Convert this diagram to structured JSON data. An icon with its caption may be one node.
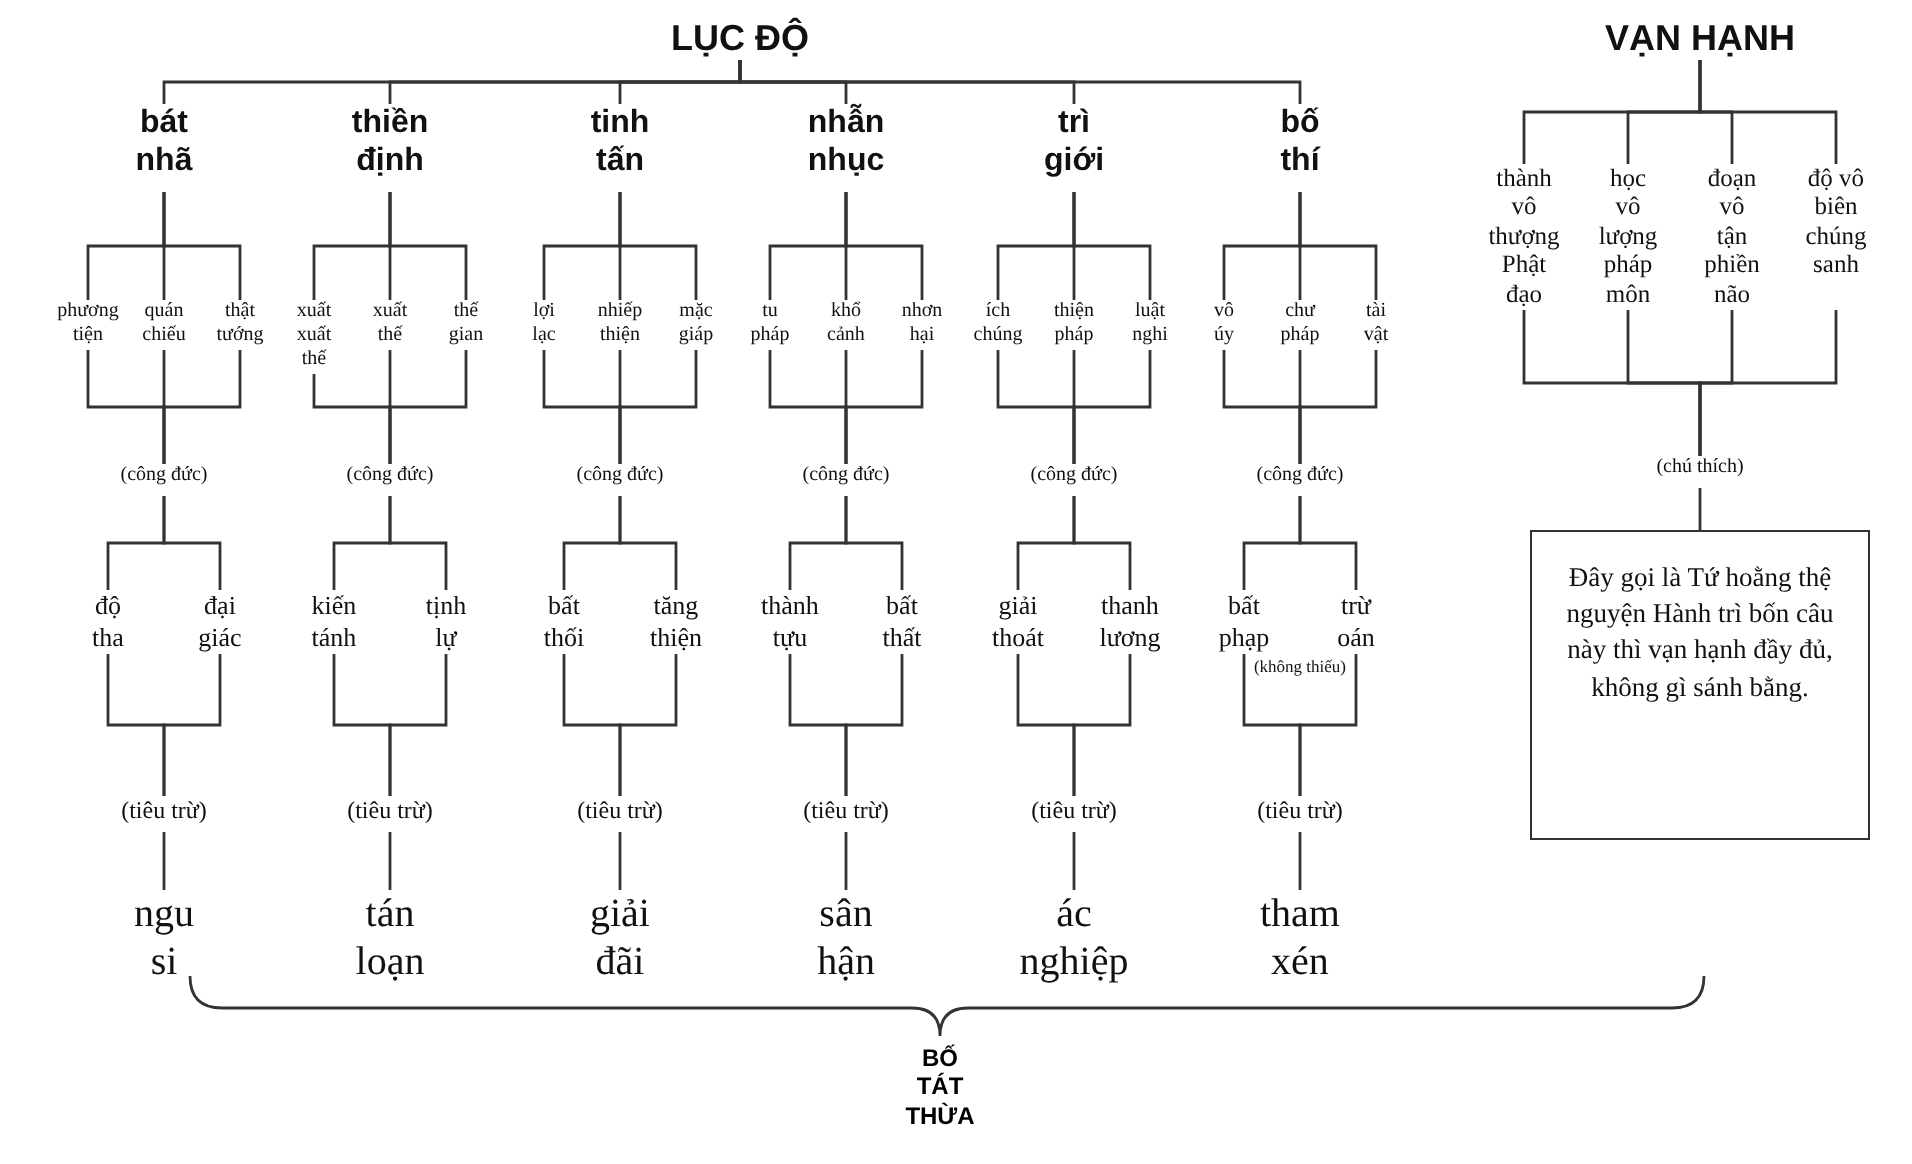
{
  "diagram": {
    "nodes": [
      {
        "text": [
          "LỤC ĐỘ"
        ]
      },
      {
        "text": [
          "VẠN HẠNH"
        ]
      },
      {
        "text": [
          "bát nhã"
        ]
      },
      {
        "text": [
          "thiền định"
        ]
      },
      {
        "text": [
          "tinh tấn"
        ]
      },
      {
        "text": [
          "nhẫn nhục"
        ]
      },
      {
        "text": [
          "trì giới"
        ]
      },
      {
        "text": [
          "bố thí"
        ]
      },
      {
        "text": [
          "phương tiện"
        ]
      },
      {
        "text": [
          "quán chiếu"
        ]
      },
      {
        "text": [
          "thật tướng"
        ]
      },
      {
        "text": [
          "xuất xuất thế"
        ]
      },
      {
        "text": [
          "xuất thế"
        ]
      },
      {
        "text": [
          "thế gian"
        ]
      },
      {
        "text": [
          "lợi lạc"
        ]
      },
      {
        "text": [
          "nhiếp thiện"
        ]
      },
      {
        "text": [
          "mặc giáp"
        ]
      },
      {
        "text": [
          "tu pháp"
        ]
      },
      {
        "text": [
          "khổ cảnh"
        ]
      },
      {
        "text": [
          "nhơn hại"
        ]
      },
      {
        "text": [
          "ích chúng"
        ]
      },
      {
        "text": [
          "thiện pháp"
        ]
      },
      {
        "text": [
          "luật nghi"
        ]
      },
      {
        "text": [
          "vô úy"
        ]
      },
      {
        "text": [
          "chư pháp"
        ]
      },
      {
        "text": [
          "tài vật"
        ]
      },
      {
        "text": [
          "thành vô thượng Phật đạo"
        ]
      },
      {
        "text": [
          "học vô lượng pháp môn"
        ]
      },
      {
        "text": [
          "đoạn vô tận phiền não"
        ]
      },
      {
        "text": [
          "độ vô biên chúng sanh"
        ]
      },
      {
        "text": [
          "(công đức)"
        ]
      },
      {
        "text": [
          "(công đức)"
        ]
      },
      {
        "text": [
          "(công đức)"
        ]
      },
      {
        "text": [
          "(công đức)"
        ]
      },
      {
        "text": [
          "(công đức)"
        ]
      },
      {
        "text": [
          "(công đức)"
        ]
      },
      {
        "text": [
          "(chú thích)"
        ]
      },
      {
        "text": [
          "Đây gọi là Tứ hoằng thệ nguyện Hành trì bốn câu này thì vạn hạnh đầy đủ, không gì sánh bằng."
        ]
      },
      {
        "text": [
          "độ tha"
        ]
      },
      {
        "text": [
          "đại giác"
        ]
      },
      {
        "text": [
          "kiến tánh"
        ]
      },
      {
        "text": [
          "tịnh lự"
        ]
      },
      {
        "text": [
          "bất thối"
        ]
      },
      {
        "text": [
          "tăng thiện"
        ]
      },
      {
        "text": [
          "thành tựu"
        ]
      },
      {
        "text": [
          "bất thất"
        ]
      },
      {
        "text": [
          "giải thoát"
        ]
      },
      {
        "text": [
          "thanh lương"
        ]
      },
      {
        "text": [
          "bất phạp"
        ],
        "beside": [
          "(không thiếu)"
        ]
      },
      {
        "text": [
          "trừ oán"
        ]
      },
      {
        "text": [
          "(tiêu trừ)"
        ]
      },
      {
        "text": [
          "(tiêu trừ)"
        ]
      },
      {
        "text": [
          "(tiêu trừ)"
        ]
      },
      {
        "text": [
          "(tiêu trừ)"
        ]
      },
      {
        "text": [
          "(tiêu trừ)"
        ]
      },
      {
        "text": [
          "(tiêu trừ)"
        ]
      },
      {
        "text": [
          "ngu si"
        ]
      },
      {
        "text": [
          "tán loạn"
        ]
      },
      {
        "text": [
          "giải đãi"
        ]
      },
      {
        "text": [
          "sân hận"
        ]
      },
      {
        "text": [
          "ác nghiệp"
        ]
      },
      {
        "text": [
          "tham xén"
        ]
      }
    ],
    "edges": [
      {
        "from": 0,
        "to": 2,
        "arrow": "none"
      },
      {
        "from": 0,
        "to": 3,
        "arrow": "none"
      },
      {
        "from": 0,
        "to": 4,
        "arrow": "none"
      },
      {
        "from": 0,
        "to": 5,
        "arrow": "none"
      },
      {
        "from": 0,
        "to": 6,
        "arrow": "none"
      },
      {
        "from": 0,
        "to": 7,
        "arrow": "none"
      },
      {
        "from": 2,
        "to": 8,
        "arrow": "none"
      },
      {
        "from": 2,
        "to": 9,
        "arrow": "none"
      },
      {
        "from": 2,
        "to": 10,
        "arrow": "none"
      },
      {
        "from": 3,
        "to": 11,
        "arrow": "none"
      },
      {
        "from": 3,
        "to": 12,
        "arrow": "none"
      },
      {
        "from": 3,
        "to": 13,
        "arrow": "none"
      },
      {
        "from": 4,
        "to": 14,
        "arrow": "none"
      },
      {
        "from": 4,
        "to": 15,
        "arrow": "none"
      },
      {
        "from": 4,
        "to": 16,
        "arrow": "none"
      },
      {
        "from": 5,
        "to": 17,
        "arrow": "none"
      },
      {
        "from": 5,
        "to": 18,
        "arrow": "none"
      },
      {
        "from": 5,
        "to": 19,
        "arrow": "none"
      },
      {
        "from": 6,
        "to": 20,
        "arrow": "none"
      },
      {
        "from": 6,
        "to": 21,
        "arrow": "none"
      },
      {
        "from": 6,
        "to": 22,
        "arrow": "none"
      },
      {
        "from": 7,
        "to": 23,
        "arrow": "none"
      },
      {
        "from": 7,
        "to": 24,
        "arrow": "none"
      },
      {
        "from": 7,
        "to": 25,
        "arrow": "none"
      },
      {
        "from": 8,
        "to": 30,
        "arrow": "none"
      },
      {
        "from": 9,
        "to": 30,
        "arrow": "none"
      },
      {
        "from": 10,
        "to": 30,
        "arrow": "none"
      },
      {
        "from": 11,
        "to": 31,
        "arrow": "none"
      },
      {
        "from": 12,
        "to": 31,
        "arrow": "none"
      },
      {
        "from": 13,
        "to": 31,
        "arrow": "none"
      },
      {
        "from": 14,
        "to": 32,
        "arrow": "none"
      },
      {
        "from": 15,
        "to": 32,
        "arrow": "none"
      },
      {
        "from": 16,
        "to": 32,
        "arrow": "none"
      },
      {
        "from": 17,
        "to": 33,
        "arrow": "none"
      },
      {
        "from": 18,
        "to": 33,
        "arrow": "none"
      },
      {
        "from": 19,
        "to": 33,
        "arrow": "none"
      },
      {
        "from": 20,
        "to": 34,
        "arrow": "none"
      },
      {
        "from": 21,
        "to": 34,
        "arrow": "none"
      },
      {
        "from": 22,
        "to": 34,
        "arrow": "none"
      },
      {
        "from": 23,
        "to": 35,
        "arrow": "none"
      },
      {
        "from": 24,
        "to": 35,
        "arrow": "none"
      },
      {
        "from": 25,
        "to": 35,
        "arrow": "none"
      },
      {
        "from": 30,
        "to": 38,
        "arrow": "none"
      },
      {
        "from": 30,
        "to": 39,
        "arrow": "none"
      },
      {
        "from": 31,
        "to": 40,
        "arrow": "none"
      },
      {
        "from": 31,
        "to": 41,
        "arrow": "none"
      },
      {
        "from": 32,
        "to": 42,
        "arrow": "none"
      },
      {
        "from": 32,
        "to": 43,
        "arrow": "none"
      },
      {
        "from": 33,
        "to": 44,
        "arrow": "none"
      },
      {
        "from": 33,
        "to": 45,
        "arrow": "none"
      },
      {
        "from": 34,
        "to": 46,
        "arrow": "none"
      },
      {
        "from": 34,
        "to": 47,
        "arrow": "none"
      },
      {
        "from": 35,
        "to": 48,
        "arrow": "none"
      },
      {
        "from": 35,
        "to": 49,
        "arrow": "none"
      },
      {
        "from": 38,
        "to": 50,
        "arrow": "none"
      },
      {
        "from": 39,
        "to": 50,
        "arrow": "none"
      },
      {
        "from": 40,
        "to": 51,
        "arrow": "none"
      },
      {
        "from": 41,
        "to": 51,
        "arrow": "none"
      },
      {
        "from": 42,
        "to": 52,
        "arrow": "none"
      },
      {
        "from": 43,
        "to": 52,
        "arrow": "none"
      },
      {
        "from": 44,
        "to": 53,
        "arrow": "none"
      },
      {
        "from": 45,
        "to": 53,
        "arrow": "none"
      },
      {
        "from": 46,
        "to": 54,
        "arrow": "none"
      },
      {
        "from": 47,
        "to": 54,
        "arrow": "none"
      },
      {
        "from": 48,
        "to": 55,
        "arrow": "none"
      },
      {
        "from": 49,
        "to": 55,
        "arrow": "none"
      },
      {
        "from": 50,
        "to": 56,
        "arrow": "none"
      },
      {
        "from": 51,
        "to": 57,
        "arrow": "none"
      },
      {
        "from": 52,
        "to": 58,
        "arrow": "none"
      },
      {
        "from": 53,
        "to": 59,
        "arrow": "none"
      },
      {
        "from": 54,
        "to": 60,
        "arrow": "none"
      },
      {
        "from": 55,
        "to": 61,
        "arrow": "none"
      },
      {
        "from": 1,
        "to": 26,
        "arrow": "none"
      },
      {
        "from": 1,
        "to": 27,
        "arrow": "none"
      },
      {
        "from": 1,
        "to": 28,
        "arrow": "none"
      },
      {
        "from": 1,
        "to": 29,
        "arrow": "none"
      },
      {
        "from": 26,
        "to": 36,
        "arrow": "none"
      },
      {
        "from": 27,
        "to": 36,
        "arrow": "none"
      },
      {
        "from": 28,
        "to": 36,
        "arrow": "none"
      },
      {
        "from": 29,
        "to": 36,
        "arrow": "none"
      },
      {
        "from": 36,
        "to": 37,
        "arrow": "none"
      }
    ],
    "labels": [
      "BỐ TÁT THỪA"
    ]
  }
}
